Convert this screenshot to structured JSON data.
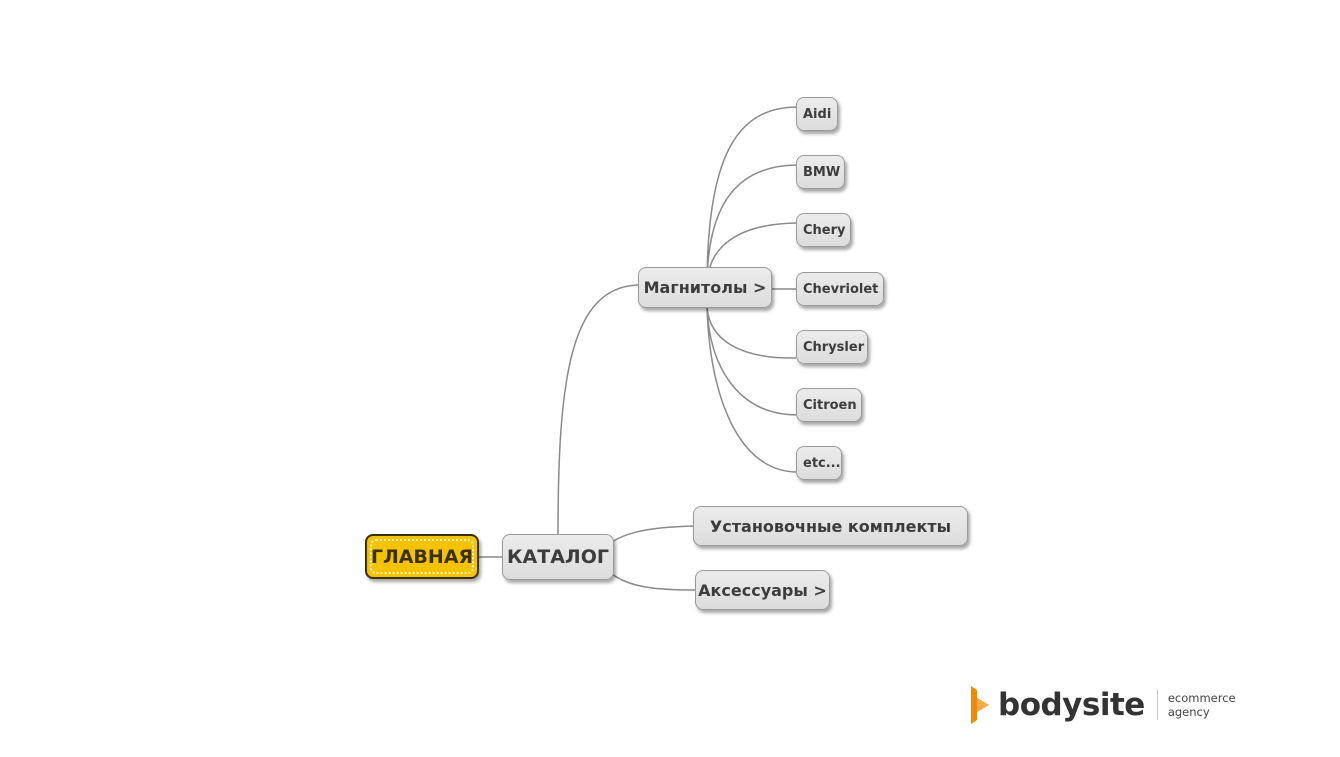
{
  "root": {
    "label": "ГЛАВНАЯ"
  },
  "catalog": {
    "label": "КАТАЛОГ"
  },
  "radios": {
    "label": "Магнитолы >"
  },
  "brands": [
    "Aidi",
    "BMW",
    "Chery",
    "Chevriolet",
    "Chrysler",
    "Citroen",
    "etc..."
  ],
  "install_kits": {
    "label": "Установочные комплекты"
  },
  "accessories": {
    "label": "Аксессуары >"
  },
  "logo": {
    "name": "bodysite",
    "tagline1": "ecommerce",
    "tagline2": "agency"
  },
  "colors": {
    "root": "#f5c200",
    "node": "#e2e2e2",
    "line": "#8a8a8a",
    "logo_accent": "#f08a00"
  }
}
